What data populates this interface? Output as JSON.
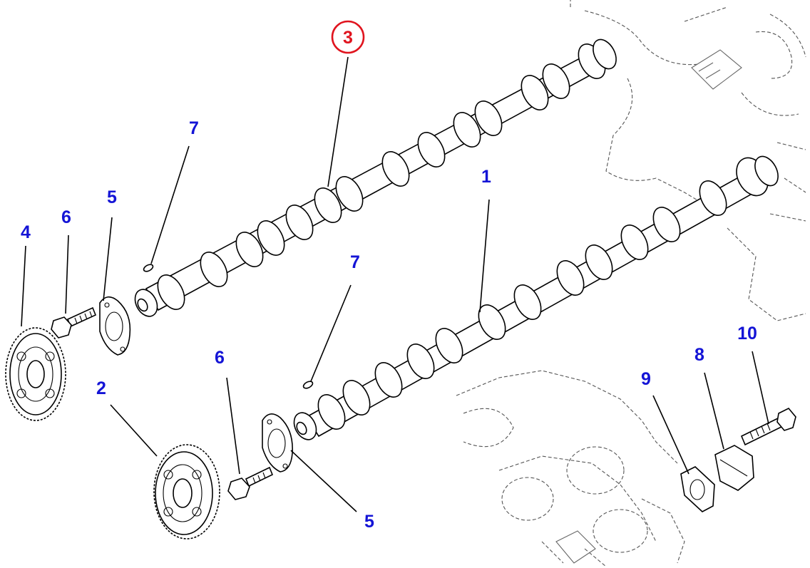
{
  "callouts": {
    "c1": "1",
    "c2": "2",
    "c3": "3",
    "c4": "4",
    "c5a": "5",
    "c5b": "5",
    "c6a": "6",
    "c6b": "6",
    "c7a": "7",
    "c7b": "7",
    "c8": "8",
    "c9": "9",
    "c10": "10"
  },
  "highlight_color": "#e0141e",
  "callout_color": "#1414d6"
}
